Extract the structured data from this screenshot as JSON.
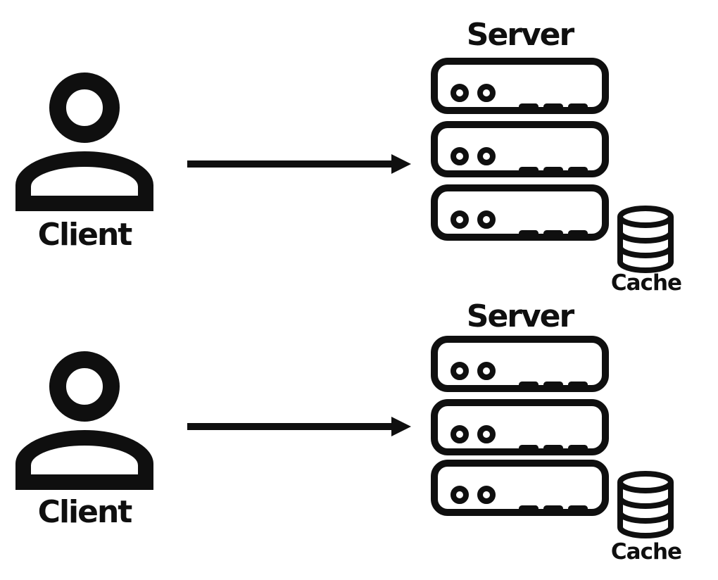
{
  "diagram": {
    "background_color": "#ffffff",
    "ink_color": "#0f0f0f",
    "groups": [
      {
        "client_label": "Client",
        "server_label": "Server",
        "cache_label": "Cache",
        "server_unit_count": 3,
        "arrow": "client-to-server"
      },
      {
        "client_label": "Client",
        "server_label": "Server",
        "cache_label": "Cache",
        "server_unit_count": 3,
        "arrow": "client-to-server"
      }
    ]
  }
}
